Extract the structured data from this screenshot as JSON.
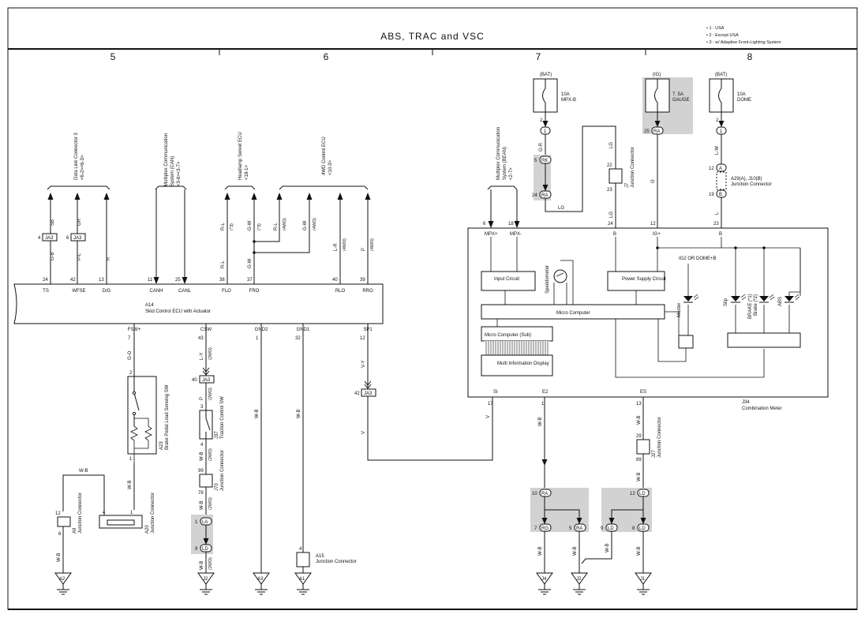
{
  "title": "ABS, TRAC and VSC",
  "legend_notes": [
    "• 1 : USA",
    "• 2 : Except USA",
    "• 3 : w/ Adaptive Front-Lighting System"
  ],
  "sections": [
    "5",
    "6",
    "7",
    "8"
  ],
  "top_sources": [
    {
      "label": "Data Link Connector 3",
      "sub": "<6-2><6-3>"
    },
    {
      "label": "Multiplex Communication",
      "sub": "System (CAN)"
    },
    {
      "label": "<3-6><3-7>",
      "sub": ""
    },
    {
      "label": "Headlamp Swivel ECU",
      "sub": "<18-1>"
    },
    {
      "label": "4WD Control ECU",
      "sub": "<10-3>"
    },
    {
      "label": "Multiplex Communication",
      "sub": "System (BEAN)"
    },
    {
      "label": "<2-7>",
      "sub": ""
    }
  ],
  "fuses": [
    {
      "supply": "(BAT)",
      "rating": "10A",
      "name": "MPX-B",
      "pin": "2",
      "conn": "1"
    },
    {
      "supply": "(IG)",
      "rating": "7. 5A",
      "name": "GAUGE",
      "pin": "25",
      "conn": "RA"
    },
    {
      "supply": "(BAT)",
      "rating": "10A",
      "name": "DOME",
      "pin": "2",
      "conn": "1"
    }
  ],
  "ecu": {
    "name": "A14",
    "desc": "Skid Control ECU with Actuator",
    "top_terms": [
      {
        "pin": "24",
        "name": "TS"
      },
      {
        "pin": "42",
        "name": "WFSE"
      },
      {
        "pin": "13",
        "name": "D/G"
      },
      {
        "pin": "11",
        "name": "CANH"
      },
      {
        "pin": "25",
        "name": "CANL"
      },
      {
        "pin": "38",
        "name": "FLO"
      },
      {
        "pin": "37",
        "name": "FRO"
      },
      {
        "pin": "40",
        "name": "RLO"
      },
      {
        "pin": "39",
        "name": "RRO"
      }
    ],
    "bottom_terms": [
      {
        "pin": "7",
        "name": "FSW+"
      },
      {
        "pin": "43",
        "name": "CSW"
      },
      {
        "pin": "1",
        "name": "GND2"
      },
      {
        "pin": "32",
        "name": "GND1"
      },
      {
        "pin": "12",
        "name": "SP1"
      }
    ]
  },
  "wire_colors": {
    "sb": "SB",
    "gr": "GR",
    "r": "R",
    "gb": "G-B",
    "pl": "P-L",
    "rl": "R-L",
    "gw": "G-W",
    "lr": "L-R",
    "p": "P",
    "go": "G-O",
    "ly": "L-Y",
    "wb": "W-B",
    "vy": "V-Y",
    "v": "V",
    "gr2": "G-R",
    "lg": "LG",
    "o": "O",
    "lw": "L-W",
    "l": "L",
    "b": "B"
  },
  "notes": {
    "n1": "(*1)",
    "n2": "(*2)",
    "n3": "(*3)",
    "w4": "(4WD)",
    "w2": "(2WD)"
  },
  "connectors": {
    "ja3": "JA3",
    "pin4": "4",
    "pin6": "6",
    "pin40": "40",
    "pin42": "42",
    "rk": "RK",
    "ra": "RA",
    "la": "LA",
    "ld": "LD",
    "rg": "RG"
  },
  "components": {
    "a23": "A23",
    "a23_desc": "Brake Pedal Load Sensing SW",
    "j37": "J37",
    "j37_desc": "Traction Control SW",
    "j70": "J70",
    "j70_desc": "Junction Connector",
    "j7": "J7",
    "j7_desc": "Junction Connector",
    "a9": "A9",
    "a9_desc": "Junction Connector",
    "a20": "A20",
    "a20_desc": "Junction Connector",
    "a15": "A15",
    "a15_desc": "Junction Connector",
    "a29": "A29(A), J10(B)",
    "a29_desc": "Junction Connector",
    "j27": "J27",
    "j27_desc": "Junction Connector"
  },
  "meter": {
    "name": "J34",
    "desc": "Combination Meter",
    "pins_top": [
      {
        "pin": "6",
        "name": "MPX+"
      },
      {
        "pin": "18",
        "name": "MPX-"
      },
      {
        "pin": "24",
        "name": "B"
      },
      {
        "pin": "12",
        "name": "IG+"
      },
      {
        "pin": "23",
        "name": "B"
      }
    ],
    "pins_bottom": [
      {
        "pin": "17",
        "name": "SI"
      },
      {
        "pin": "1",
        "name": "E2"
      },
      {
        "pin": "13",
        "name": "ES"
      }
    ],
    "input_circuit": "Input Circuit",
    "speedometer": "Speedometer",
    "power_supply": "Power Supply Circuit",
    "ig2": "IG2 OR DOME+B",
    "micro": "Micro Computer",
    "micro_sub": "Micro Computer (Sub)",
    "multi_display": "Multi Information Display",
    "master": "Master",
    "slip": "Slip",
    "brake": "BRAKE (*1)",
    "brake2": "Brake (*2)",
    "abs": "ABS"
  },
  "grounds": [
    "A2",
    "J2",
    "A3",
    "A1",
    "J4",
    "J2",
    "J1"
  ],
  "pins": {
    "p1": "1",
    "p2": "2",
    "p3": "3",
    "p4": "4",
    "p5": "5",
    "p6": "6",
    "p7": "7",
    "p8": "8",
    "p9": "9",
    "p10": "10",
    "p12": "12",
    "p13": "13",
    "p19": "19",
    "p22": "22",
    "p23": "23",
    "p24": "24",
    "p29": "29",
    "p78": "78",
    "p89": "89",
    "p99": "99",
    "pA": "A",
    "pB": "B"
  }
}
